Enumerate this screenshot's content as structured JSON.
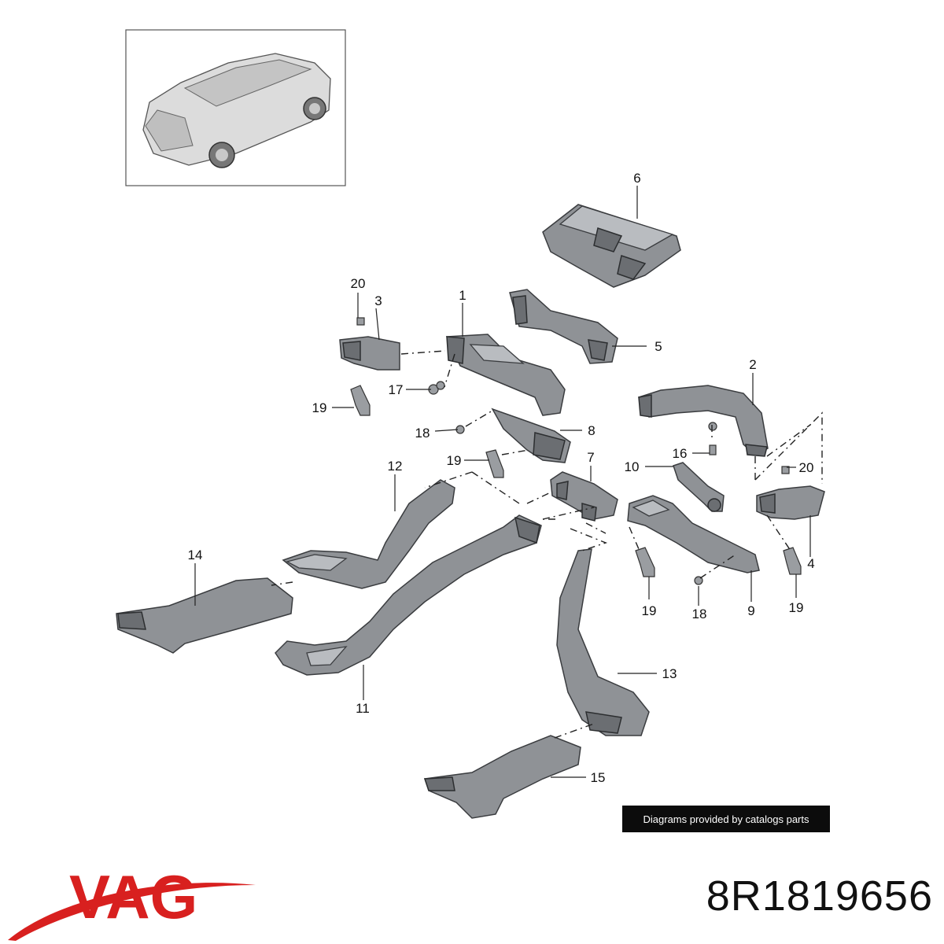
{
  "brand": {
    "name": "VAG",
    "color": "#d8201f"
  },
  "part_number": "8R1819656",
  "watermark": "Diagrams provided by catalogs parts",
  "callouts": [
    "1",
    "2",
    "3",
    "4",
    "5",
    "6",
    "7",
    "8",
    "9",
    "10",
    "11",
    "12",
    "13",
    "14",
    "15",
    "16",
    "17",
    "18",
    "19",
    "20"
  ],
  "extra_callouts": {
    "c17": "17",
    "c18a": "18",
    "c18b": "18",
    "c19a": "19",
    "c19b": "19",
    "c19c": "19",
    "c19d": "19",
    "c20a": "20",
    "c20b": "20"
  },
  "icons": {
    "thumbnail": "car-thumbnail-icon"
  }
}
